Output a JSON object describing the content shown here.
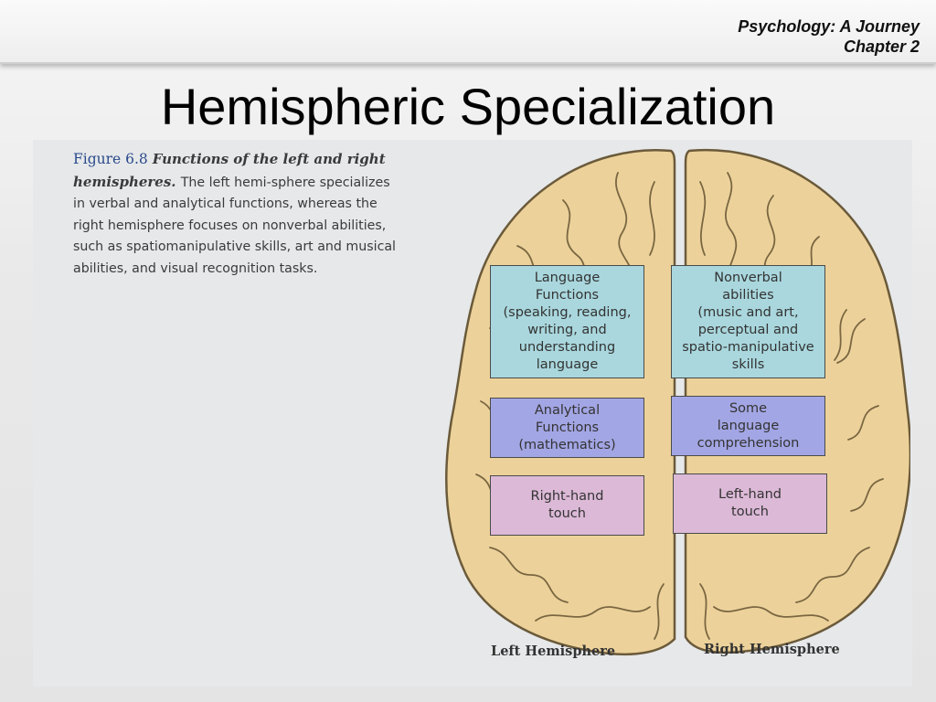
{
  "header": {
    "course_line1": "Psychology: A Journey",
    "course_line2": "Chapter 2"
  },
  "slide": {
    "title": "Hemispheric Specialization"
  },
  "figure": {
    "number": "Figure 6.8",
    "title": "Functions of the left and right hemispheres.",
    "body": "The left hemi-sphere specializes in verbal and analytical functions, whereas the right hemisphere focuses on nonverbal abilities, such as spatiomanipulative skills, art and musical abilities, and visual recognition tasks.",
    "colors": {
      "brain": "#ecd29a",
      "brain_outline": "#6b5a3a",
      "language_box": "#a9d7dd",
      "analytical_box": "#a3a6e4",
      "touch_box": "#dcb9d7"
    },
    "left_hemisphere": {
      "label": "Left Hemisphere",
      "language": "Language\nFunctions\n(speaking, reading,\nwriting, and\nunderstanding\nlanguage",
      "analytical": "Analytical\nFunctions\n(mathematics)",
      "touch": "Right-hand\ntouch"
    },
    "right_hemisphere": {
      "label": "Right Hemisphere",
      "nonverbal": "Nonverbal\nabilities\n(music and art,\nperceptual and\nspatio-manipulative\nskills",
      "language": "Some\nlanguage\ncomprehension",
      "touch": "Left-hand\ntouch"
    }
  }
}
